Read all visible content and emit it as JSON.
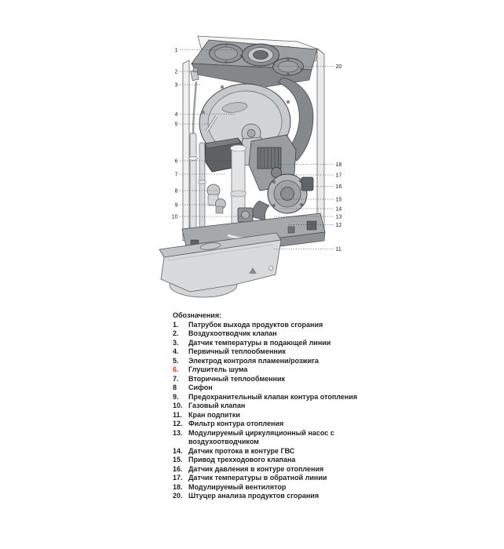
{
  "colors": {
    "accent_red": "#d6392f"
  },
  "diagram": {
    "callout_numbers_left": [
      "1",
      "2",
      "3",
      "4",
      "5",
      "6",
      "7",
      "8",
      "9",
      "10"
    ],
    "callout_numbers_right": [
      "20",
      "18",
      "17",
      "16",
      "15",
      "14",
      "13",
      "12",
      "11"
    ]
  },
  "legend": {
    "title": "Обозначения:",
    "items": [
      {
        "num": "1.",
        "text": "Патрубок выхода продуктов сгорания"
      },
      {
        "num": "2.",
        "text": "Воздухоотводчик клапан"
      },
      {
        "num": "3.",
        "text": "Датчик температуры в подающей линии"
      },
      {
        "num": "4.",
        "text": "Первичный теплообменник"
      },
      {
        "num": "5.",
        "text": "Электрод контроля пламени/розжига"
      },
      {
        "num": "6.",
        "text": "Глушитель шума"
      },
      {
        "num": "7.",
        "text": "Вторичный теплообменник"
      },
      {
        "num": "8",
        "text": "Сифон"
      },
      {
        "num": "9.",
        "text": "Предохранительный клапан контура отопления"
      },
      {
        "num": "10.",
        "text": "Газовый клапан"
      },
      {
        "num": "11.",
        "text": "Кран подпитки"
      },
      {
        "num": "12.",
        "text": "Фильтр контура отопления"
      },
      {
        "num": "13.",
        "text": "Модулируемый циркуляционный насос с",
        "text2": "воздухоотводчиком"
      },
      {
        "num": "14.",
        "text": "Датчик протока в контуре ГВС"
      },
      {
        "num": "15.",
        "text": "Привод трехходового клапана"
      },
      {
        "num": "16.",
        "text": "Датчик давления в контуре отопления"
      },
      {
        "num": "17.",
        "text": "Датчик температуры в обратной линии"
      },
      {
        "num": "18.",
        "text": "Модулируемый вентилятор"
      },
      {
        "num": "20.",
        "text": "Штуцер анализа продуктов сгорания"
      }
    ]
  }
}
